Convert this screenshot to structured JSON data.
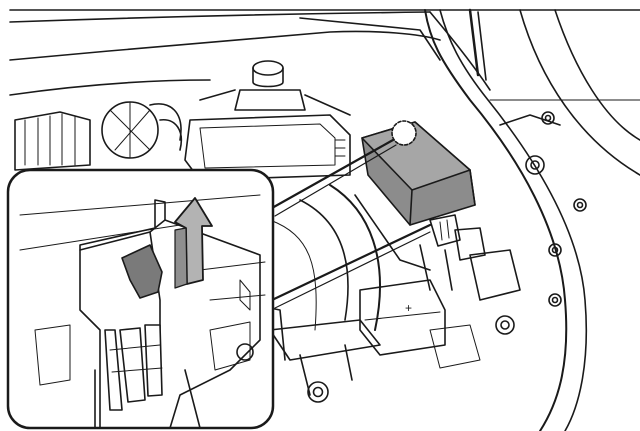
{
  "figure": {
    "subject": "engine-compartment-fuse-box",
    "callout": "fuse-box-cover-release-tab",
    "action": "lift-tab-upward",
    "colors": {
      "line": "#1a1a1a",
      "background": "#ffffff",
      "fuse_box": "#8c8c8c",
      "fuse_box_top": "#a6a6a6",
      "arrow_fill": "#b3b3b3",
      "tab_fill": "#7a7a7a",
      "callout_circle": "#ffffff"
    },
    "icons": {
      "arrow": "up-arrow-icon",
      "battery_plus": "+"
    }
  }
}
